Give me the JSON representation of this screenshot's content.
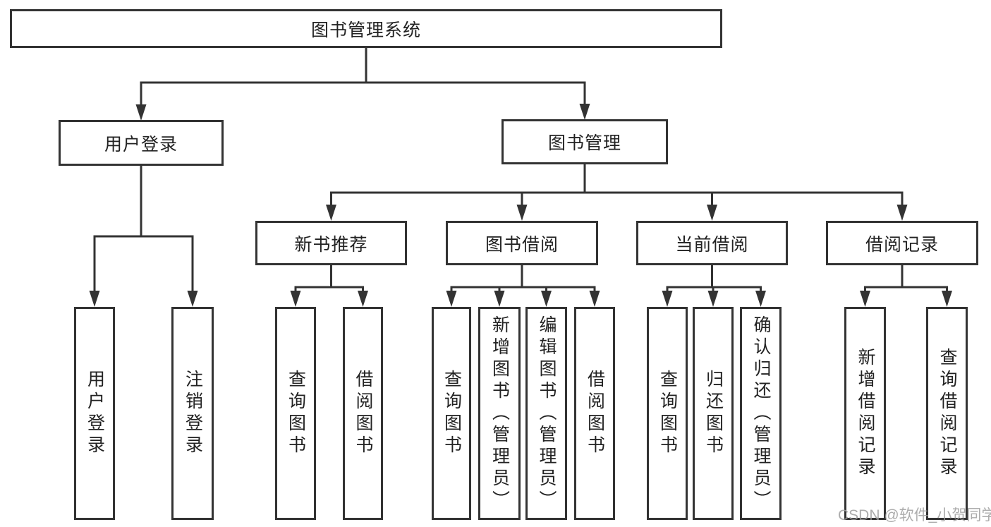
{
  "diagram": {
    "type": "hierarchy-tree",
    "root": {
      "label": "图书管理系统",
      "children": [
        {
          "label": "用户登录",
          "children": [
            {
              "label": "用户登录"
            },
            {
              "label": "注销登录"
            }
          ]
        },
        {
          "label": "图书管理",
          "children": [
            {
              "label": "新书推荐",
              "children": [
                {
                  "label": "查询图书"
                },
                {
                  "label": "借阅图书"
                }
              ]
            },
            {
              "label": "图书借阅",
              "children": [
                {
                  "label": "查询图书"
                },
                {
                  "label": "新增图书（管理员）"
                },
                {
                  "label": "编辑图书（管理员）"
                },
                {
                  "label": "借阅图书"
                }
              ]
            },
            {
              "label": "当前借阅",
              "children": [
                {
                  "label": "查询图书"
                },
                {
                  "label": "归还图书"
                },
                {
                  "label": "确认归还（管理员）"
                }
              ]
            },
            {
              "label": "借阅记录",
              "children": [
                {
                  "label": "新增借阅记录"
                },
                {
                  "label": "查询借阅记录"
                }
              ]
            }
          ]
        }
      ]
    }
  },
  "watermark": {
    "text": "CSDN @软件_小贺同学"
  },
  "colors": {
    "line": "#333333",
    "box_border": "#333333",
    "box_fill": "#ffffff",
    "text": "#222222",
    "watermark": "#9e9e9e",
    "background": "#ffffff"
  }
}
